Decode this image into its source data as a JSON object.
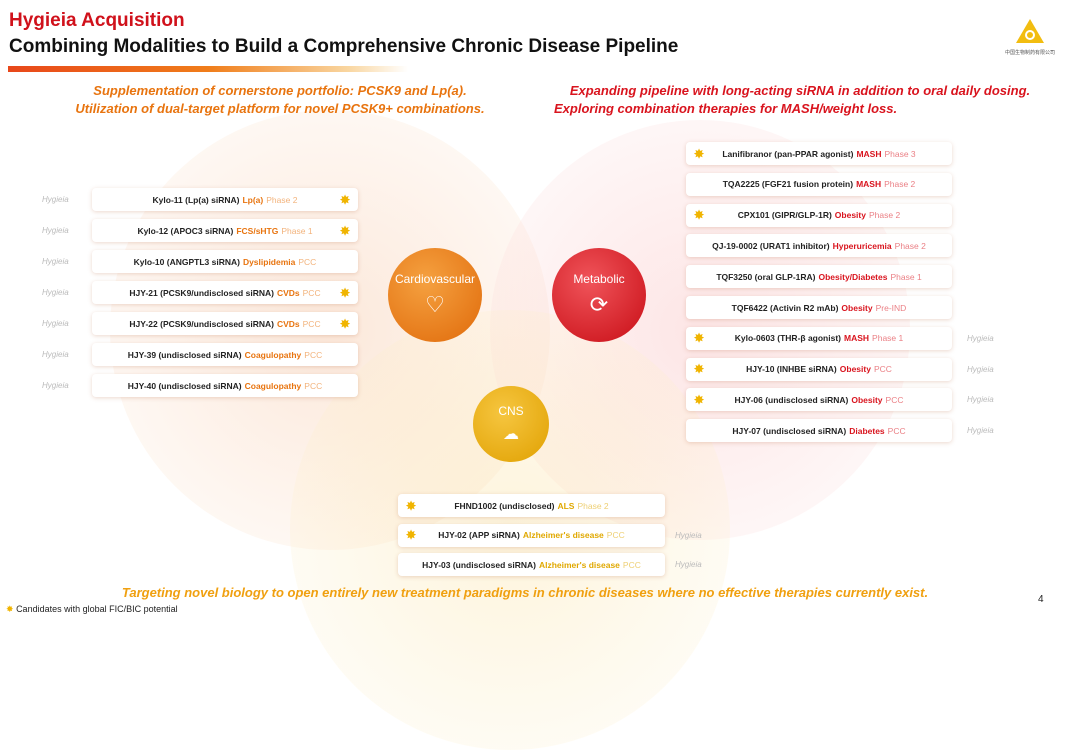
{
  "header": {
    "title": "Hygieia Acquisition",
    "subtitle": "Combining Modalities to Build a Comprehensive Chronic Disease Pipeline",
    "logo_text": "中国生物制药有限公司"
  },
  "headlines": {
    "left": [
      "Supplementation of cornerstone portfolio: PCSK9 and Lp(a).",
      "Utilization of dual-target platform for novel PCSK9+ combinations."
    ],
    "right": [
      "Expanding pipeline with long-acting siRNA in addition to oral daily dosing.",
      "Exploring combination therapies for MASH/weight loss."
    ],
    "bottom": "Targeting novel biology to open entirely new treatment paradigms in chronic diseases where no effective therapies currently exist."
  },
  "hubs": {
    "cardio": "Cardiovascular",
    "metabolic": "Metabolic",
    "cns": "CNS"
  },
  "colors": {
    "cardio": "#e8740f",
    "metabolic": "#d9141e",
    "cns": "#e0a800"
  },
  "hygieia_label": "Hygieia",
  "cardio_cards": [
    {
      "name": "Kylo-11 (Lp(a) siRNA)",
      "ind": "Lp(a)",
      "phase": "Phase 2",
      "star": true,
      "hy": true
    },
    {
      "name": "Kylo-12 (APOC3 siRNA)",
      "ind": "FCS/sHTG",
      "phase": "Phase 1",
      "star": true,
      "hy": true
    },
    {
      "name": "Kylo-10 (ANGPTL3 siRNA)",
      "ind": "Dyslipidemia",
      "phase": "PCC",
      "star": false,
      "hy": true
    },
    {
      "name": "HJY-21 (PCSK9/undisclosed siRNA)",
      "ind": "CVDs",
      "phase": "PCC",
      "star": true,
      "hy": true
    },
    {
      "name": "HJY-22 (PCSK9/undisclosed siRNA)",
      "ind": "CVDs",
      "phase": "PCC",
      "star": true,
      "hy": true
    },
    {
      "name": "HJY-39 (undisclosed siRNA)",
      "ind": "Coagulopathy",
      "phase": "PCC",
      "star": false,
      "hy": true
    },
    {
      "name": "HJY-40 (undisclosed siRNA)",
      "ind": "Coagulopathy",
      "phase": "PCC",
      "star": false,
      "hy": true
    }
  ],
  "metabolic_cards": [
    {
      "name": "Lanifibranor (pan-PPAR agonist)",
      "ind": "MASH",
      "phase": "Phase 3",
      "star": true,
      "hy": false
    },
    {
      "name": "TQA2225 (FGF21 fusion protein)",
      "ind": "MASH",
      "phase": "Phase 2",
      "star": false,
      "hy": false
    },
    {
      "name": "CPX101 (GIPR/GLP-1R)",
      "ind": "Obesity",
      "phase": "Phase 2",
      "star": true,
      "hy": false
    },
    {
      "name": "QJ-19-0002 (URAT1 inhibitor)",
      "ind": "Hyperuricemia",
      "phase": "Phase 2",
      "star": false,
      "hy": false
    },
    {
      "name": "TQF3250 (oral GLP-1RA)",
      "ind": "Obesity/Diabetes",
      "phase": "Phase 1",
      "star": false,
      "hy": false
    },
    {
      "name": "TQF6422 (Activin R2 mAb)",
      "ind": "Obesity",
      "phase": "Pre-IND",
      "star": false,
      "hy": false
    },
    {
      "name": "Kylo-0603 (THR-β agonist)",
      "ind": "MASH",
      "phase": "Phase 1",
      "star": true,
      "hy": true
    },
    {
      "name": "HJY-10 (INHBE siRNA)",
      "ind": "Obesity",
      "phase": "PCC",
      "star": true,
      "hy": true
    },
    {
      "name": "HJY-06 (undisclosed siRNA)",
      "ind": "Obesity",
      "phase": "PCC",
      "star": true,
      "hy": true
    },
    {
      "name": "HJY-07 (undisclosed siRNA)",
      "ind": "Diabetes",
      "phase": "PCC",
      "star": false,
      "hy": true
    }
  ],
  "cns_cards": [
    {
      "name": "FHND1002 (undisclosed)",
      "ind": "ALS",
      "phase": "Phase 2",
      "star": true,
      "hy": false
    },
    {
      "name": "HJY-02 (APP siRNA)",
      "ind": "Alzheimer's disease",
      "phase": "PCC",
      "star": true,
      "hy": true
    },
    {
      "name": "HJY-03 (undisclosed siRNA)",
      "ind": "Alzheimer's disease",
      "phase": "PCC",
      "star": false,
      "hy": true
    }
  ],
  "footnote": "Candidates with global FIC/BIC potential",
  "page_number": "4"
}
